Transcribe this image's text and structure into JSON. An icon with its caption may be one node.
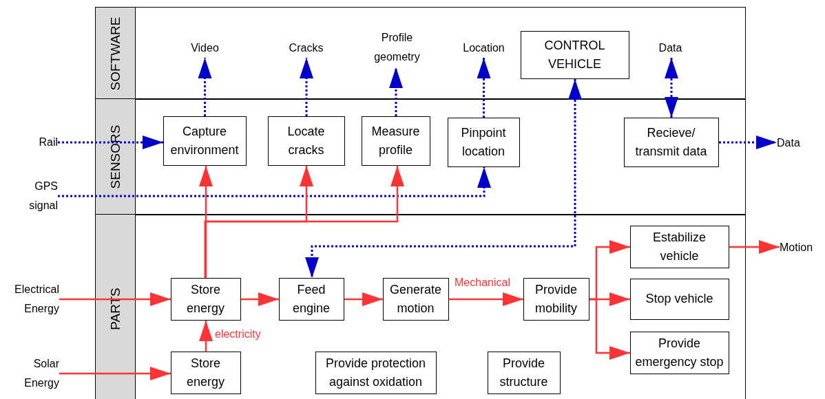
{
  "diagram": {
    "nodes": [
      {
        "text": [
          "SOFTWARE"
        ]
      },
      {
        "text": [
          "Video"
        ],
        "in": 0
      },
      {
        "text": [
          "Cracks"
        ],
        "in": 0
      },
      {
        "text": [
          "Profile geometry"
        ],
        "in": 0
      },
      {
        "text": [
          "Location"
        ],
        "in": 0
      },
      {
        "text": [
          "CONTROL VEHICLE"
        ],
        "in": 0
      },
      {
        "text": [
          "Data"
        ],
        "in": 0
      },
      {
        "text": [
          "SENSORS"
        ]
      },
      {
        "text": [
          "Rail"
        ]
      },
      {
        "text": [
          "Capture environment"
        ],
        "in": 7
      },
      {
        "text": [
          "Locate cracks"
        ],
        "in": 7
      },
      {
        "text": [
          "Measure profile"
        ],
        "in": 7
      },
      {
        "text": [
          "Pinpoint location"
        ],
        "in": 7
      },
      {
        "text": [
          "Recieve/ transmit data"
        ],
        "in": 7
      },
      {
        "text": [
          "Data"
        ]
      },
      {
        "text": [
          "GPS signal"
        ]
      },
      {
        "text": [
          "PARTS"
        ]
      },
      {
        "text": [
          "Estabilize vehicle"
        ],
        "in": 16
      },
      {
        "text": [
          "Motion"
        ]
      },
      {
        "text": [
          "Electrical Energy"
        ]
      },
      {
        "text": [
          "Store energy"
        ],
        "in": 16
      },
      {
        "text": [
          "Feed engine"
        ],
        "in": 16
      },
      {
        "text": [
          "Generate motion"
        ],
        "in": 16
      },
      {
        "text": [
          "Provide mobility"
        ],
        "in": 16
      },
      {
        "text": [
          "Stop vehicle"
        ],
        "in": 16
      },
      {
        "text": [
          "Solar Energy"
        ]
      },
      {
        "text": [
          "Store energy"
        ],
        "in": 16
      },
      {
        "text": [
          "Provide protection against oxidation"
        ],
        "in": 16
      },
      {
        "text": [
          "Provide structure"
        ],
        "in": 16
      },
      {
        "text": [
          "Provide emergency stop"
        ],
        "in": 16
      }
    ],
    "edges": [
      {
        "from": 9,
        "to": 1,
        "arrow": "to",
        "style": "dashed",
        "color": "#0000cc"
      },
      {
        "from": 10,
        "to": 2,
        "arrow": "to",
        "style": "dashed",
        "color": "#0000cc"
      },
      {
        "from": 11,
        "to": 3,
        "arrow": "to",
        "style": "dashed",
        "color": "#0000cc"
      },
      {
        "from": 12,
        "to": 4,
        "arrow": "to",
        "style": "dashed",
        "color": "#0000cc"
      },
      {
        "from": 13,
        "to": 6,
        "arrow": "both",
        "style": "dashed",
        "color": "#0000cc"
      },
      {
        "from": 8,
        "to": 9,
        "arrow": "to",
        "style": "dashed",
        "color": "#0000cc"
      },
      {
        "from": 13,
        "to": 14,
        "arrow": "to",
        "style": "dashed",
        "color": "#0000cc"
      },
      {
        "from": 15,
        "to": 12,
        "arrow": "to",
        "style": "dashed",
        "color": "#0000cc"
      },
      {
        "from": 5,
        "to": 21,
        "arrow": "both",
        "style": "dashed",
        "color": "#0000cc"
      },
      {
        "from": 20,
        "to": 9,
        "arrow": "to"
      },
      {
        "from": 20,
        "to": 10,
        "arrow": "to"
      },
      {
        "from": 20,
        "to": 11,
        "arrow": "to"
      },
      {
        "from": 19,
        "to": 20,
        "arrow": "to"
      },
      {
        "from": 20,
        "to": 21,
        "arrow": "to"
      },
      {
        "from": 21,
        "to": 22,
        "arrow": "to"
      },
      {
        "from": 22,
        "to": 23,
        "arrow": "to",
        "label": "Mechanical"
      },
      {
        "from": 23,
        "to": 17,
        "arrow": "to"
      },
      {
        "from": 23,
        "to": 24,
        "arrow": "to"
      },
      {
        "from": 23,
        "to": 29,
        "arrow": "to"
      },
      {
        "from": 17,
        "to": 18,
        "arrow": "to"
      },
      {
        "from": 26,
        "to": 20,
        "arrow": "to",
        "label": "electricity"
      },
      {
        "from": 25,
        "to": 26,
        "arrow": "to"
      }
    ]
  }
}
